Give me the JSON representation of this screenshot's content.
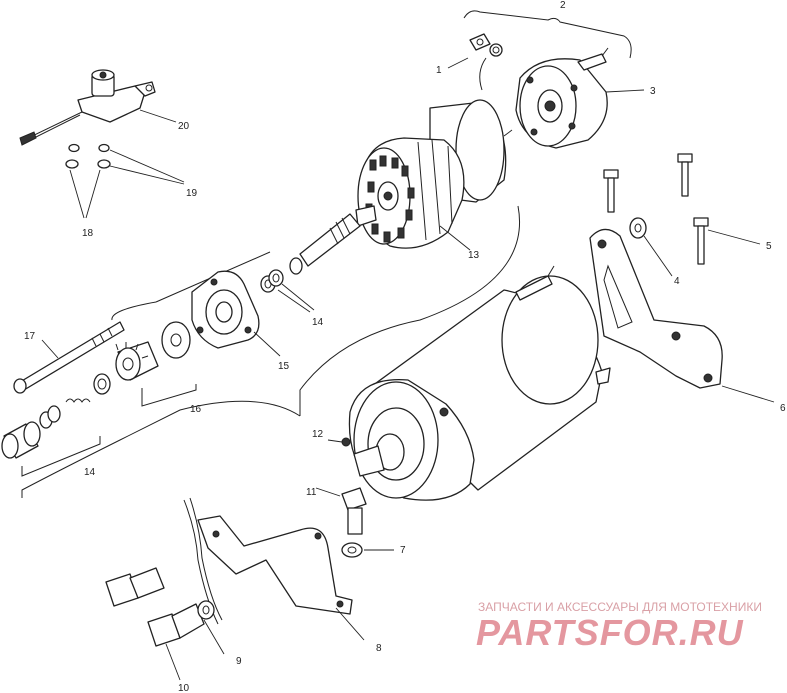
{
  "callouts": [
    "1",
    "2",
    "3",
    "4",
    "5",
    "6",
    "7",
    "8",
    "9",
    "10",
    "11",
    "12",
    "13",
    "14",
    "15",
    "16",
    "17",
    "18",
    "19",
    "20",
    "14"
  ],
  "watermark": {
    "tagline": "ЗАПЧАСТИ И АКСЕССУАРЫ ДЛЯ МОТОТЕХНИКИ",
    "logo": "PARTSFOR.RU"
  }
}
